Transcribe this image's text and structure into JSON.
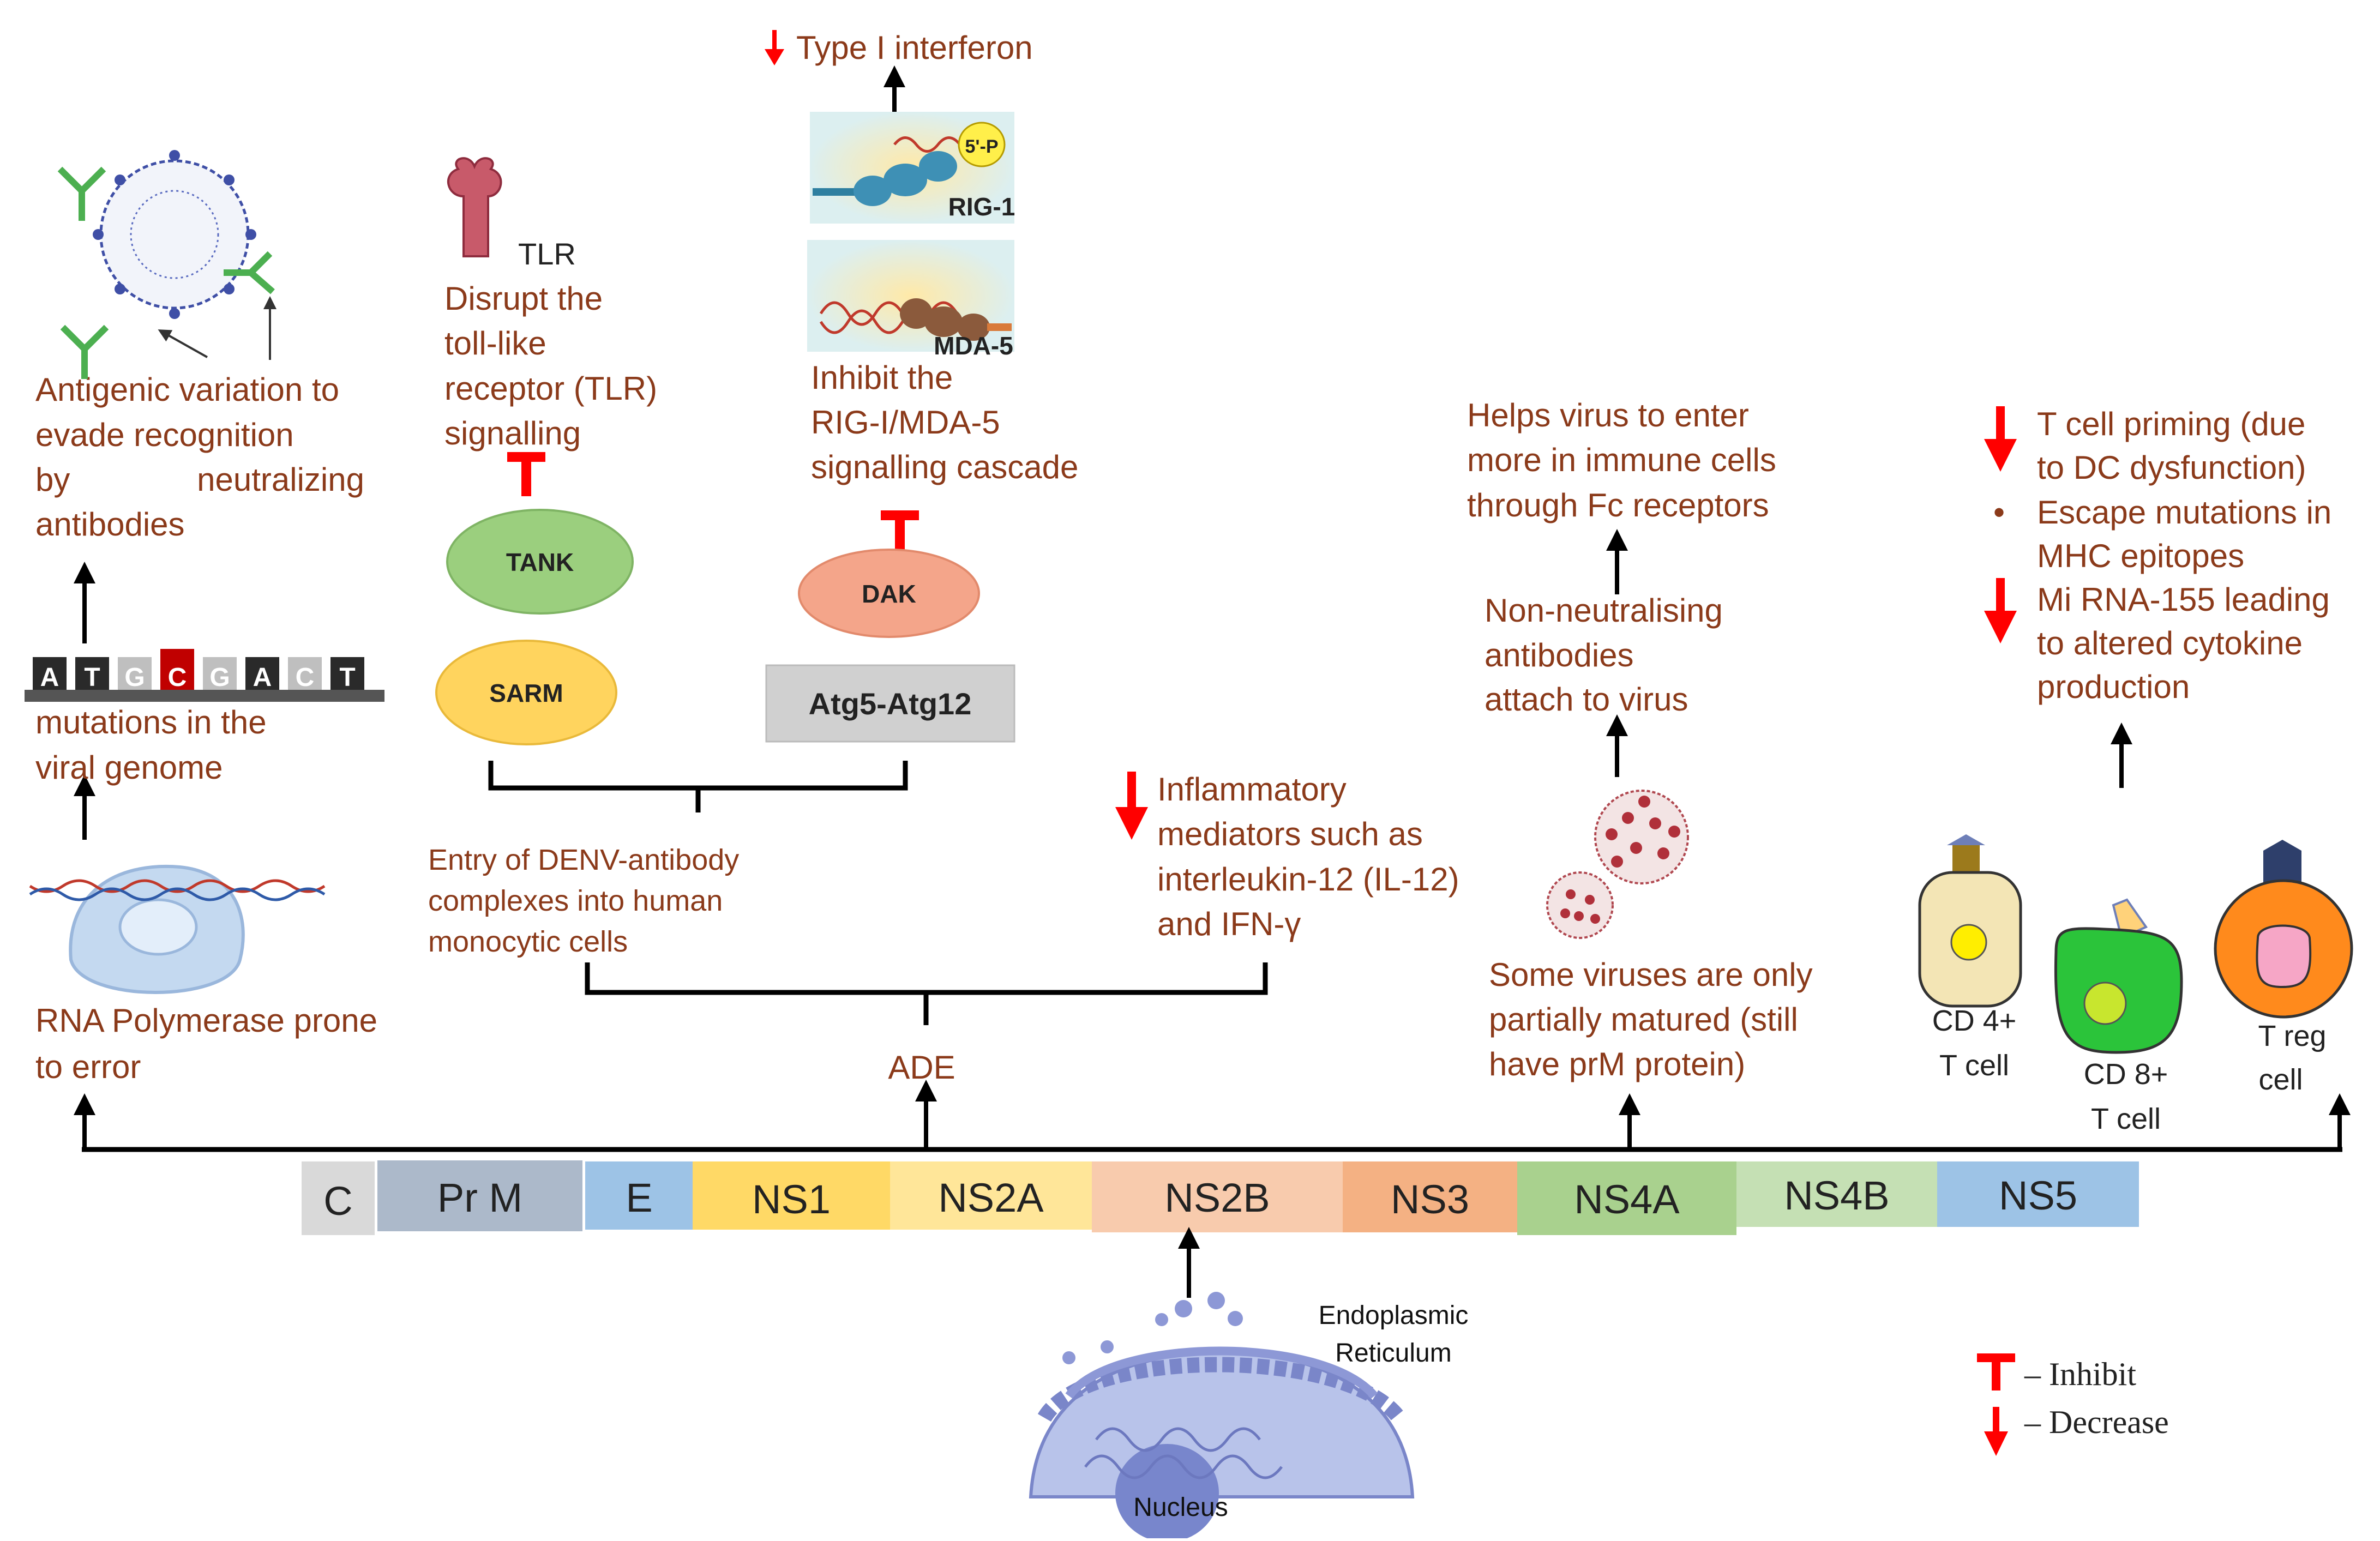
{
  "genome": {
    "segments": [
      {
        "label": "C",
        "color": "#d9d9d9"
      },
      {
        "label": "Pr M",
        "color": "#acb9ca"
      },
      {
        "label": "E",
        "color": "#9dc3e6"
      },
      {
        "label": "NS1",
        "color": "#ffd966"
      },
      {
        "label": "NS2A",
        "color": "#ffe699"
      },
      {
        "label": "NS2B",
        "color": "#f8cbad"
      },
      {
        "label": "NS3",
        "color": "#f4b183"
      },
      {
        "label": "NS4A",
        "color": "#a9d18e"
      },
      {
        "label": "NS4B",
        "color": "#c5e0b4"
      },
      {
        "label": "NS5",
        "color": "#9dc3e6"
      }
    ]
  },
  "er": {
    "label_line1": "Endoplasmic",
    "label_line2": "Reticulum",
    "nucleus": "Nucleus"
  },
  "col1": {
    "rna_pol_line1": "RNA Polymerase prone",
    "rna_pol_line2": "to error",
    "dna_letters": [
      "A",
      "T",
      "G",
      "C",
      "G",
      "A",
      "C",
      "T"
    ],
    "mutations_line1": "mutations in the",
    "mutations_line2": "viral genome",
    "antigenic_line1": "Antigenic variation to",
    "antigenic_line2": "evade recognition",
    "antigenic_line3a": "by",
    "antigenic_line3b": "neutralizing",
    "antigenic_line4": "antibodies"
  },
  "col2": {
    "tlr_label": "TLR",
    "tlr_text_line1": "Disrupt the",
    "tlr_text_line2": "toll-like",
    "tlr_text_line3": "receptor (TLR)",
    "tlr_text_line4": "signalling",
    "tank": "TANK",
    "sarm": "SARM",
    "type1_ifn": "Type I interferon",
    "rig1_cap": "5'-P",
    "rig1": "RIG-1",
    "mda5": "MDA-5",
    "rig_text_line1": "Inhibit the",
    "rig_text_line2": "RIG-I/MDA-5",
    "rig_text_line3": "signalling cascade",
    "dak": "DAK",
    "atg": "Atg5-Atg12",
    "entry_line1": "Entry of DENV-antibody",
    "entry_line2": "complexes into human",
    "entry_line3": "monocytic cells",
    "inflam_line1": "Inflammatory",
    "inflam_line2": "mediators such as",
    "inflam_line3": "interleukin-12 (IL-12)",
    "inflam_line4": "and IFN-γ",
    "ade": "ADE"
  },
  "col3": {
    "helps_line1": "Helps virus to enter",
    "helps_line2": "more in immune cells",
    "helps_line3": "through Fc receptors",
    "nonneut_line1": "Non-neutralising",
    "nonneut_line2": "antibodies",
    "nonneut_line3": "attach to virus",
    "partial_line1": "Some viruses  are only",
    "partial_line2": "partially matured (still",
    "partial_line3": "have prM protein)"
  },
  "col4": {
    "tcell_line1": "T cell priming (due",
    "tcell_line2": "to DC dysfunction)",
    "bullet": "•",
    "escape_line1": "Escape mutations in",
    "escape_line2": "MHC epitopes",
    "mirna_line1": "Mi RNA-155 leading",
    "mirna_line2": "to altered cytokine",
    "mirna_line3": "production",
    "cd4_line1": "CD 4+",
    "cd4_line2": "T cell",
    "cd8_line1": "CD 8+",
    "cd8_line2": "T cell",
    "treg_line1": "T reg",
    "treg_line2": "cell"
  },
  "legend": {
    "inhibit": "– Inhibit",
    "decrease": "– Decrease"
  },
  "colors": {
    "text_brown": "#8b3a1a",
    "inhibit_red": "#ff0000",
    "arrow_black": "#000000"
  }
}
